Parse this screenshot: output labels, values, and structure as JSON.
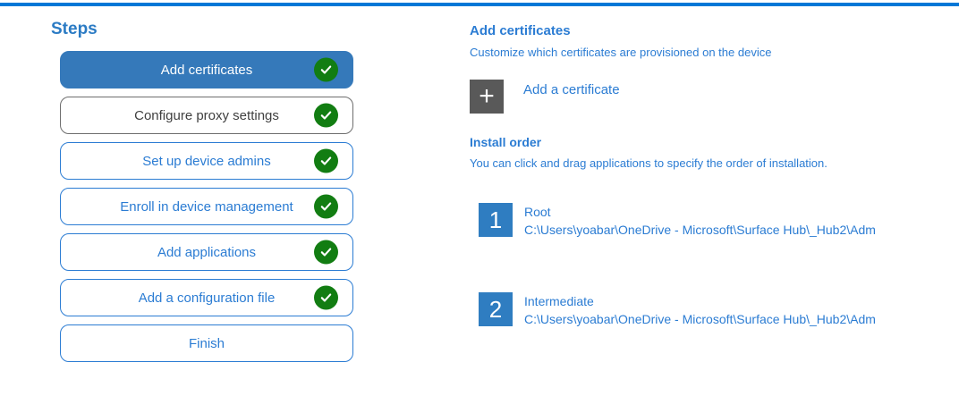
{
  "colors": {
    "accent_line": "#0078d7",
    "active_step_fill": "#3579ba",
    "step_border_blue": "#2b7cd3",
    "text_blue": "#2b7cd3",
    "check_green": "#127d12",
    "add_tile_gray": "#595959",
    "order_badge_blue": "#2f7dc1"
  },
  "steps_panel": {
    "title": "Steps",
    "items": [
      {
        "label": "Add certificates",
        "state": "active",
        "checked": true
      },
      {
        "label": "Configure proxy settings",
        "state": "neutral",
        "checked": true
      },
      {
        "label": "Set up device admins",
        "state": "normal",
        "checked": true
      },
      {
        "label": "Enroll in device management",
        "state": "normal",
        "checked": true
      },
      {
        "label": "Add applications",
        "state": "normal",
        "checked": true
      },
      {
        "label": "Add a configuration file",
        "state": "normal",
        "checked": true
      },
      {
        "label": "Finish",
        "state": "normal",
        "checked": false
      }
    ]
  },
  "content": {
    "section_title": "Add certificates",
    "section_subtitle": "Customize which certificates are provisioned on the device",
    "add_button": {
      "icon": "+",
      "label": "Add a certificate"
    },
    "install_order": {
      "title": "Install order",
      "subtitle": "You can click and drag applications to specify the order of installation.",
      "items": [
        {
          "order": "1",
          "name": "Root",
          "path": "C:\\Users\\yoabar\\OneDrive - Microsoft\\Surface Hub\\_Hub2\\Adm"
        },
        {
          "order": "2",
          "name": "Intermediate",
          "path": "C:\\Users\\yoabar\\OneDrive - Microsoft\\Surface Hub\\_Hub2\\Adm"
        }
      ]
    }
  }
}
